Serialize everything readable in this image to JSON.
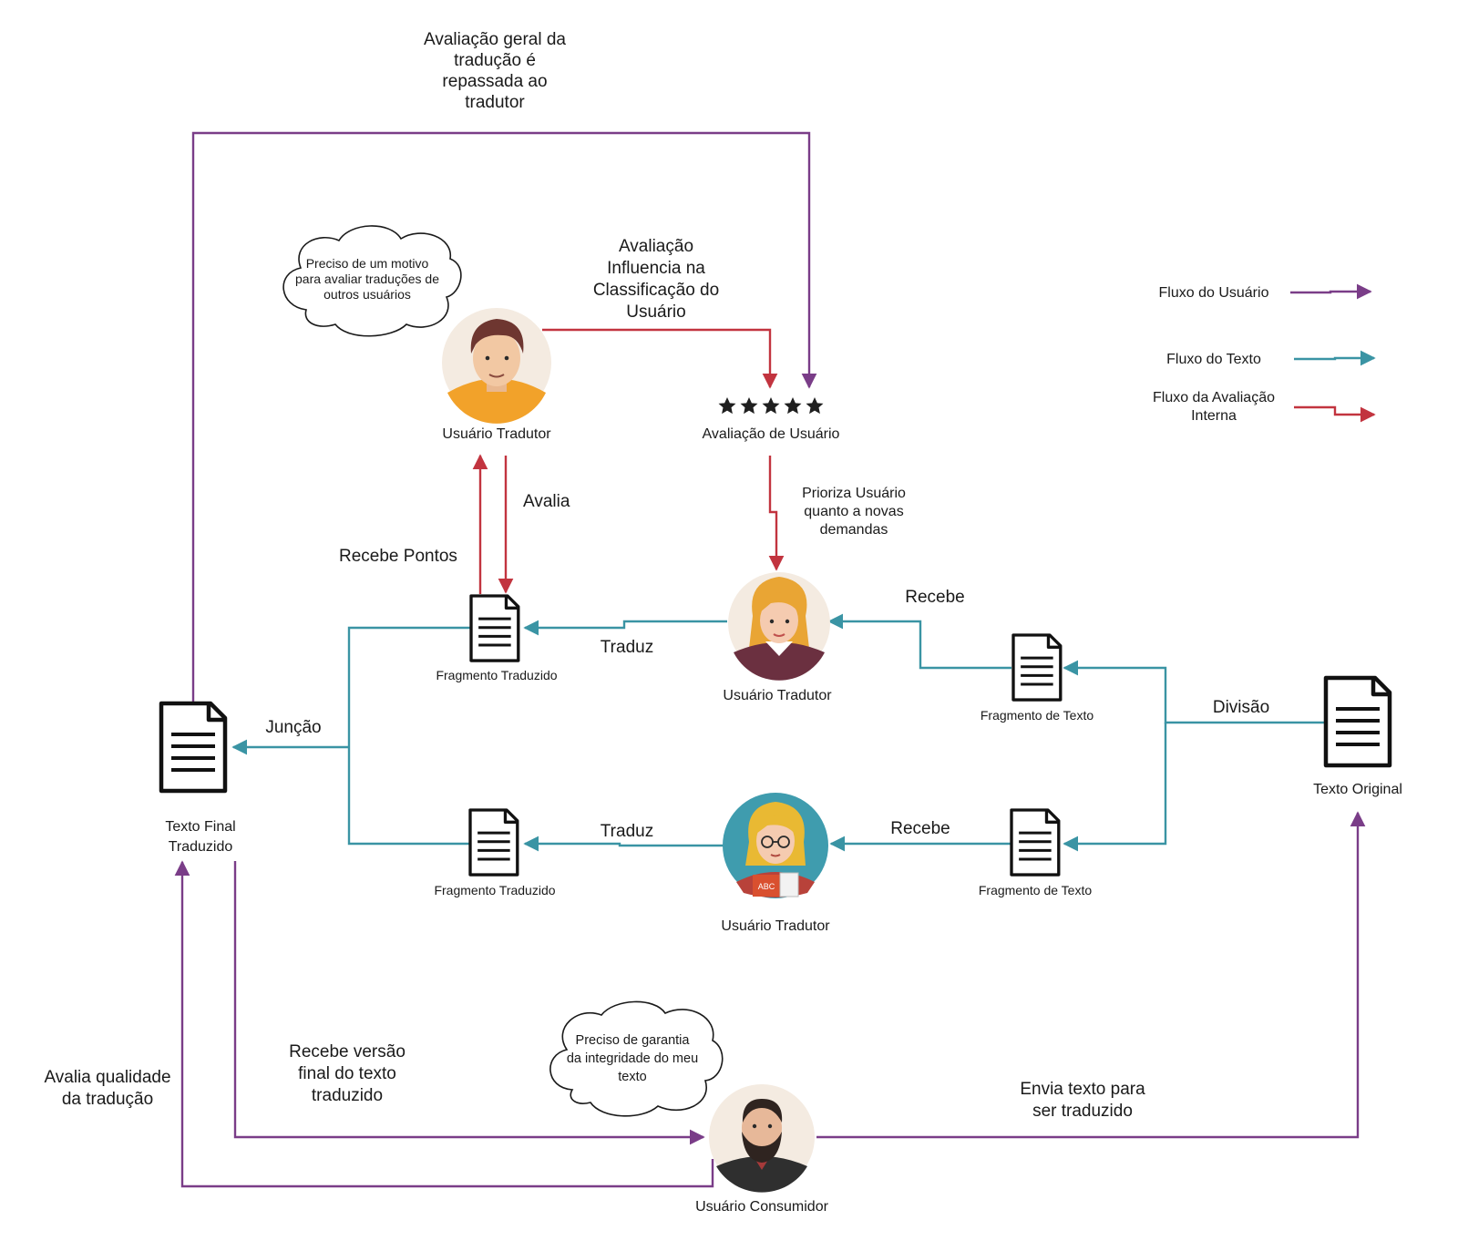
{
  "colors": {
    "user_flow": "#7a3d88",
    "text_flow": "#3a94a4",
    "eval_flow": "#c2343f"
  },
  "nodes": {
    "tradutor_top": {
      "label": "Usuário Tradutor",
      "icon": "male-translator-avatar-icon"
    },
    "avaliacao": {
      "label": "Avaliação de Usuário",
      "icon": "five-stars-rating-icon"
    },
    "tradutor_mid": {
      "label": "Usuário Tradutor",
      "icon": "female-translator-avatar-icon"
    },
    "tradutor_bottom": {
      "label": "Usuário Tradutor",
      "icon": "glasses-translator-avatar-icon"
    },
    "consumidor": {
      "label": "Usuário Consumidor",
      "icon": "bearded-consumer-avatar-icon"
    },
    "texto_original": {
      "label": "Texto Original",
      "icon": "document-icon"
    },
    "texto_final": {
      "label_lines": [
        "Texto Final",
        "Traduzido"
      ],
      "icon": "document-icon"
    },
    "frag_traduzido_top": {
      "label": "Fragmento Traduzido",
      "icon": "document-icon"
    },
    "frag_traduzido_bottom": {
      "label": "Fragmento Traduzido",
      "icon": "document-icon"
    },
    "frag_texto_top": {
      "label": "Fragmento de Texto",
      "icon": "document-icon"
    },
    "frag_texto_bottom": {
      "label": "Fragmento de Texto",
      "icon": "document-icon"
    }
  },
  "thought_bubbles": {
    "tradutor": [
      "Preciso de um motivo",
      "para avaliar traduções de",
      "outros usuários"
    ],
    "consumidor": [
      "Preciso de garantia",
      "da integridade do meu",
      "texto"
    ]
  },
  "edge_labels": {
    "avaliacao_geral": [
      "Avaliação geral da",
      "tradução é",
      "repassada ao",
      "tradutor"
    ],
    "influencia": [
      "Avaliação",
      "Influencia na",
      "Classificação do",
      "Usuário"
    ],
    "avalia": "Avalia",
    "recebe_pontos": "Recebe Pontos",
    "prioriza": [
      "Prioriza Usuário",
      "quanto a novas",
      "demandas"
    ],
    "traduz_top": "Traduz",
    "traduz_bottom": "Traduz",
    "recebe_top": "Recebe",
    "recebe_bottom": "Recebe",
    "divisao": "Divisão",
    "juncao": "Junção",
    "avalia_qualidade": [
      "Avalia qualidade",
      "da tradução"
    ],
    "recebe_versao": [
      "Recebe versão",
      "final do texto",
      "traduzido"
    ],
    "envia_texto": [
      "Envia texto para",
      "ser traduzido"
    ]
  },
  "legend": {
    "user_flow": "Fluxo do Usuário",
    "text_flow": "Fluxo do Texto",
    "eval_flow": [
      "Fluxo da Avaliação",
      "Interna"
    ]
  }
}
